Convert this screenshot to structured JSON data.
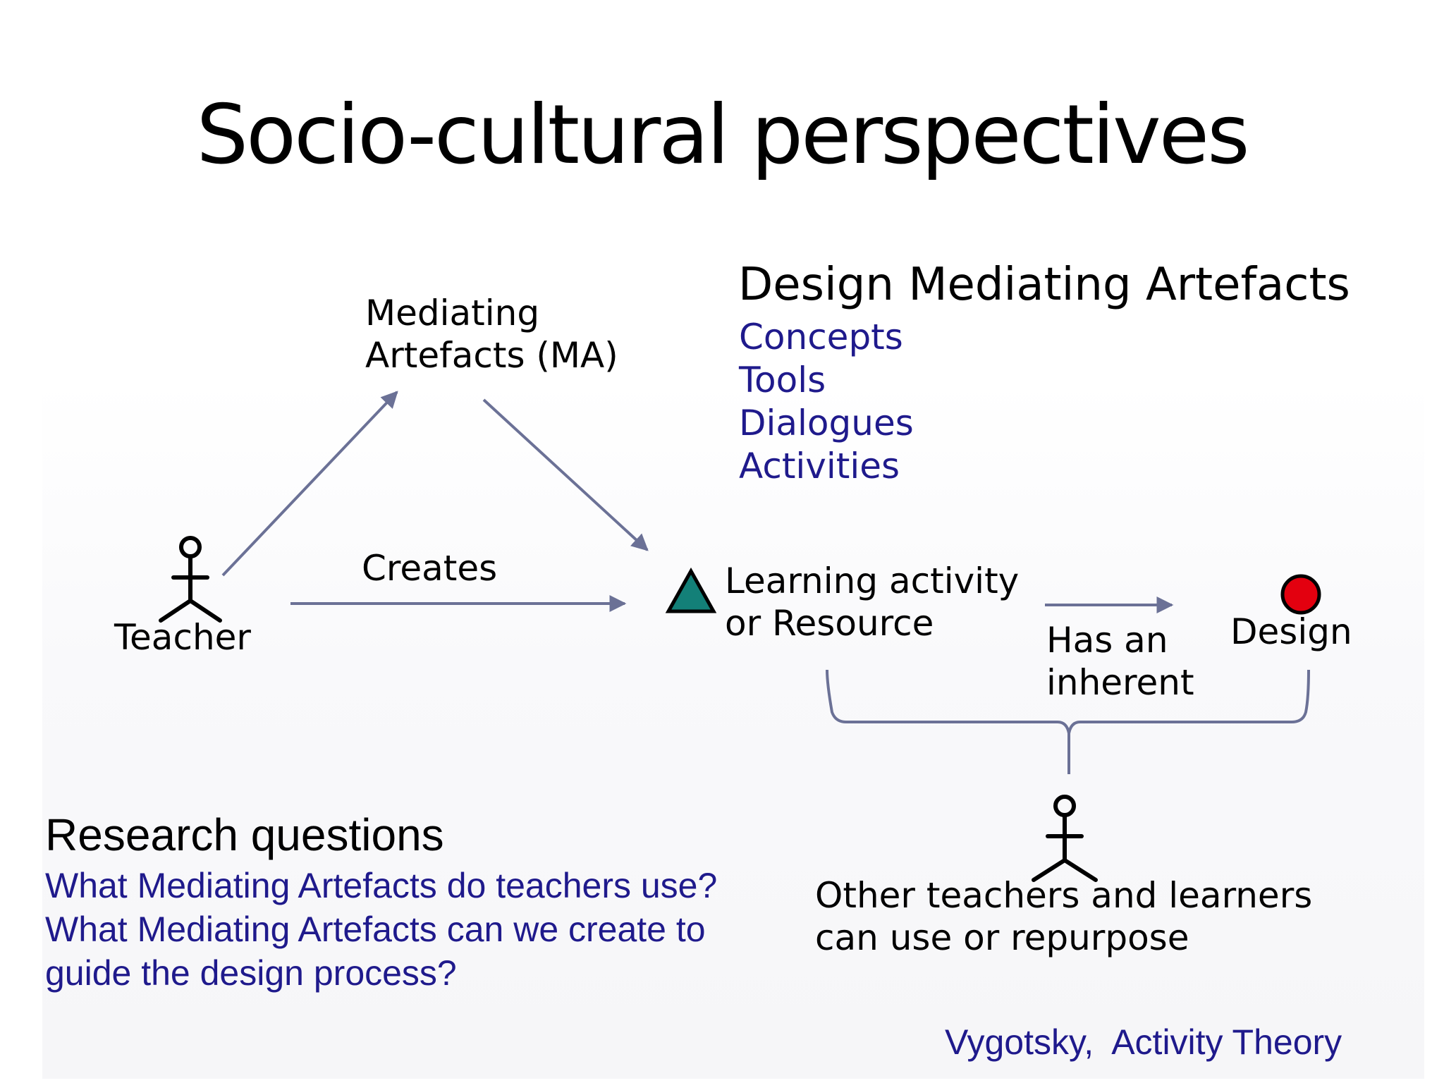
{
  "slide": {
    "title": "Socio-cultural perspectives"
  },
  "diagram": {
    "teacher_label": "Teacher",
    "mediating_artefacts": [
      "Mediating",
      "Artefacts (MA)"
    ],
    "creates_label": "Creates",
    "learning_activity": [
      "Learning activity",
      "or Resource"
    ],
    "has_inherent": [
      "Has an",
      "inherent"
    ],
    "design_label": "Design",
    "other_users": [
      "Other teachers and learners",
      "can use or repurpose"
    ],
    "colors": {
      "arrow": "#6b7196",
      "triangle_fill": "#138078",
      "circle_fill": "#e3000f",
      "blue_text": "#1f1a8c"
    }
  },
  "design_mediating_artefacts": {
    "heading": "Design Mediating Artefacts",
    "items": [
      "Concepts",
      "Tools",
      "Dialogues",
      "Activities"
    ]
  },
  "research_questions": {
    "heading": "Research questions",
    "lines": [
      "What Mediating Artefacts do teachers use?",
      "What Mediating Artefacts can we create to",
      "guide the design process?"
    ]
  },
  "citation": "Vygotsky,  Activity Theory"
}
